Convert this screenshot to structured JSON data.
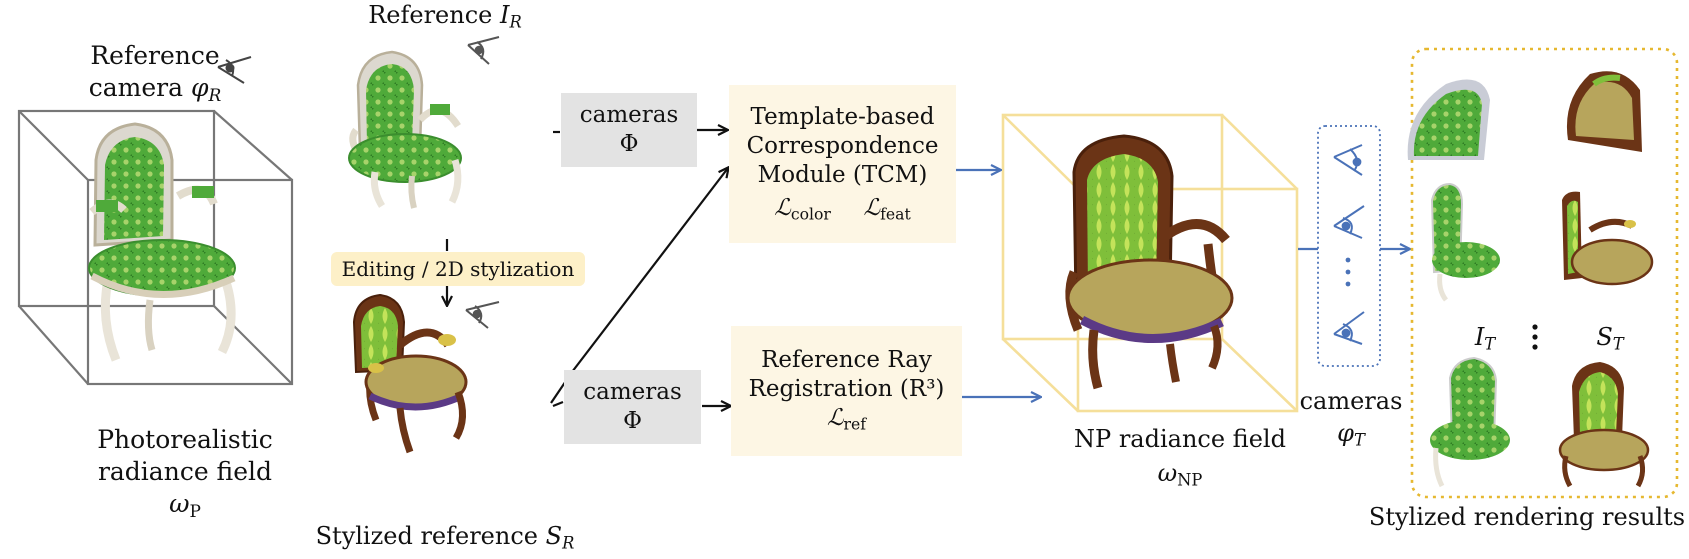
{
  "left": {
    "ref_camera_line1": "Reference",
    "ref_camera_line2": "camera ",
    "ref_camera_sym": "φ",
    "ref_camera_sub": "R",
    "field_line1": "Photorealistic",
    "field_line2": "radiance field ",
    "field_sym": "ω",
    "field_sub": "P"
  },
  "reference": {
    "title": "Reference ",
    "sym": "I",
    "sub": "R"
  },
  "editing_label": "Editing / 2D stylization",
  "stylized": {
    "title": "Stylized reference ",
    "sym": "S",
    "sub": "R"
  },
  "cameras_top": {
    "line1": "cameras",
    "line2": "Φ"
  },
  "cameras_bottom": {
    "line1": "cameras",
    "line2": "Φ"
  },
  "tcm": {
    "line1": "Template-based",
    "line2": "Correspondence",
    "line3": "Module (TCM)",
    "loss1_sym": "ℒ",
    "loss1_sub": "color",
    "loss2_sym": "ℒ",
    "loss2_sub": "feat"
  },
  "r3": {
    "line1": "Reference Ray",
    "line2": "Registration (R³)",
    "loss_sym": "ℒ",
    "loss_sub": "ref"
  },
  "np_field": {
    "line1": "NP radiance field",
    "sym": "ω",
    "sub": "NP"
  },
  "cameras_target": {
    "line1": "cameras",
    "sym": "φ",
    "sub": "T"
  },
  "results": {
    "title": "Stylized rendering results",
    "col1_sym": "I",
    "col1_sub": "T",
    "col2_sym": "S",
    "col2_sub": "T"
  },
  "colors": {
    "panel_bg": "#eef0f8",
    "gray_box": "#e3e3e3",
    "cream_box": "#fdf6e4",
    "edit_box": "#fdf0c8",
    "blue_arrow": "#4a72b8",
    "yellow_cube": "#f5df9a",
    "orange_dashed": "#e6b830",
    "cube_gray": "#777777",
    "chair_green": "#4faa3a",
    "chair_brown": "#6b3416",
    "seat_olive": "#b7a55c"
  }
}
